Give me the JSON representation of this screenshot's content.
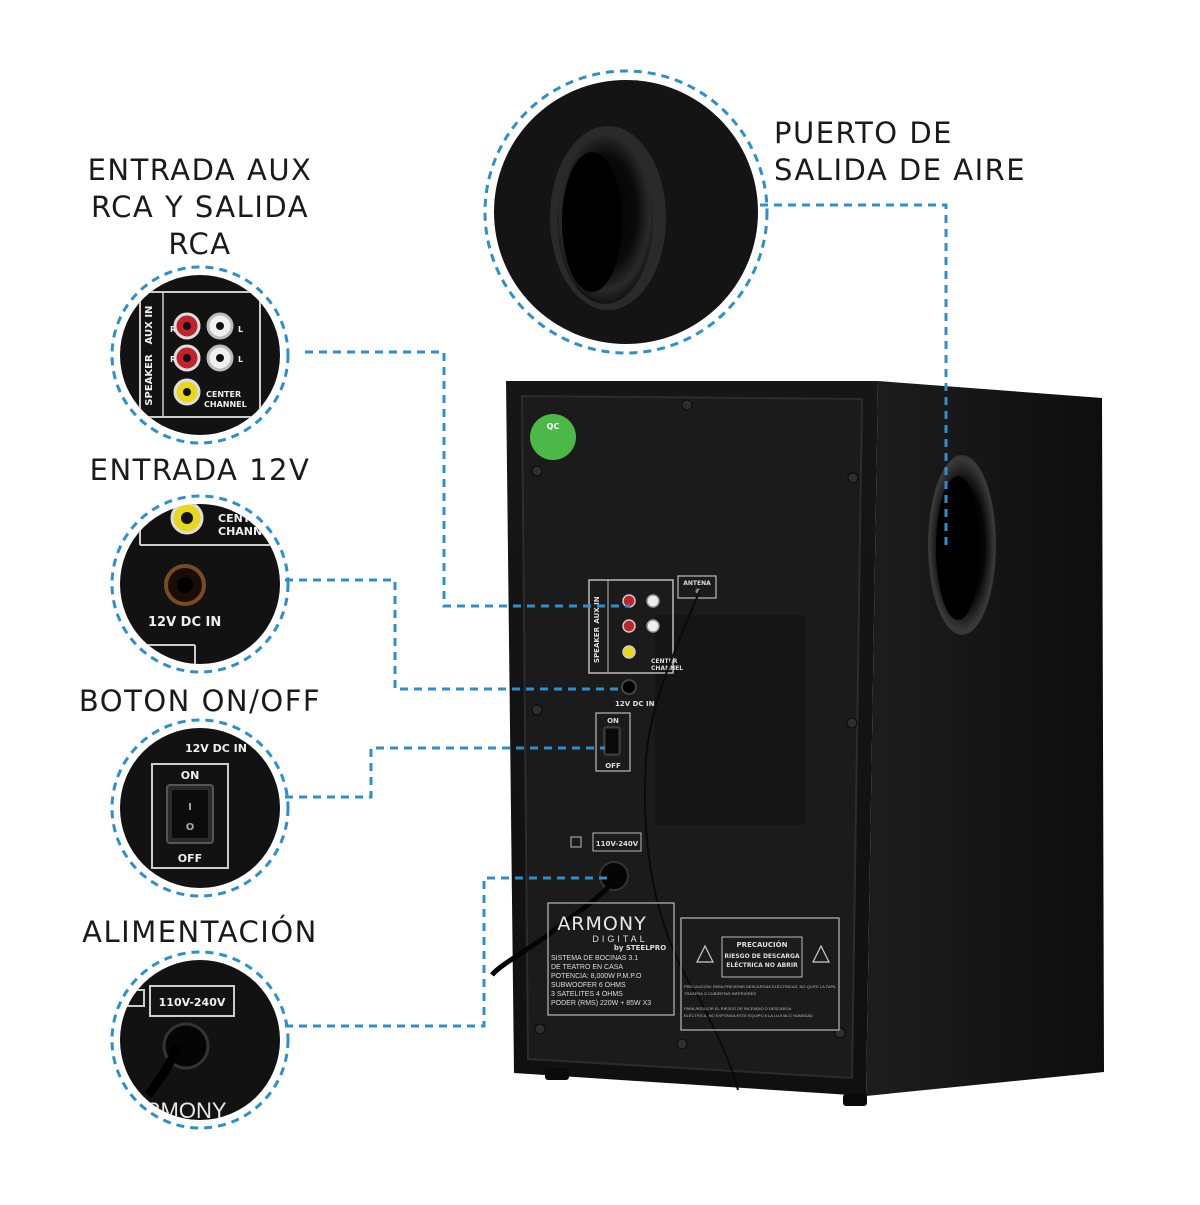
{
  "callouts": {
    "air_port": {
      "line1": "PUERTO DE",
      "line2": "SALIDA DE AIRE"
    },
    "aux": {
      "line1": "ENTRADA AUX",
      "line2": "RCA Y SALIDA",
      "line3": "RCA"
    },
    "dc_in": {
      "label": "ENTRADA 12V"
    },
    "power_switch": {
      "label": "BOTON ON/OFF"
    },
    "power_cord": {
      "label": "ALIMENTACIÓN"
    }
  },
  "panel": {
    "aux_in": "AUX IN",
    "speaker": "SPEAKER",
    "r": "R",
    "l": "L",
    "center_channel_1": "CENTER",
    "center_channel_2": "CHANNEL",
    "dc_in": "12V DC IN",
    "antenna": "ANTENA",
    "on": "ON",
    "off": "OFF",
    "switch_o": "O",
    "switch_i": "I",
    "voltage": "110V-240V",
    "qc": "QC"
  },
  "product_label": {
    "brand": "ARMONY",
    "brand_sub": "DIGITAL",
    "brand_by": "by STEELPRO",
    "specs": [
      "SISTEMA DE BOCINAS 3.1",
      "DE TEATRO EN CASA",
      "POTENCIA: 8,000W P.M.P.O",
      "SUBWOOFER 6 OHMS",
      "3 SATELITES 4 OHMS",
      "PODER (RMS) 220W + 85W X3"
    ]
  },
  "warning_label": {
    "title": "PRECAUCIÓN",
    "sub1": "RIESGO DE DESCARGA",
    "sub2": "ELÉCTRICA NO ABRIR",
    "line1": "PRECAUCIÓN: PARA PREVENIR DESCARGAS ELÉCTRICAS, NO QUITE LA TAPA",
    "line2": "TRASERA O CUBIERTAS INFERIORES",
    "line3": "PARA REDUCIR EL RIESGO DE INCENDIO O DESCARGA",
    "line4": "ELÉCTRICA, NO EXPONGA ESTE EQUIPO A LA LLUVIA O HUMEDAD"
  },
  "colors": {
    "callout_line": "#2b8fd0",
    "cabinet": "#141414",
    "background": "#ffffff"
  }
}
